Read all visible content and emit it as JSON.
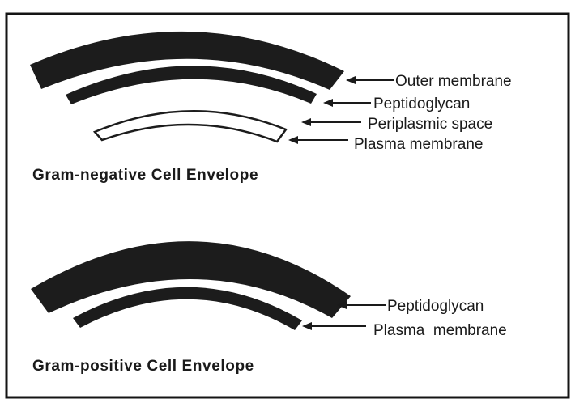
{
  "gram_negative": {
    "caption": "Gram-negative Cell Envelope",
    "labels": {
      "outer_membrane": "Outer membrane",
      "peptidoglycan": "Peptidoglycan",
      "periplasmic_space": "Periplasmic space",
      "plasma_membrane": "Plasma membrane"
    }
  },
  "gram_positive": {
    "caption": "Gram-positive Cell Envelope",
    "labels": {
      "peptidoglycan": "Peptidoglycan",
      "plasma_membrane": "Plasma  membrane"
    }
  }
}
